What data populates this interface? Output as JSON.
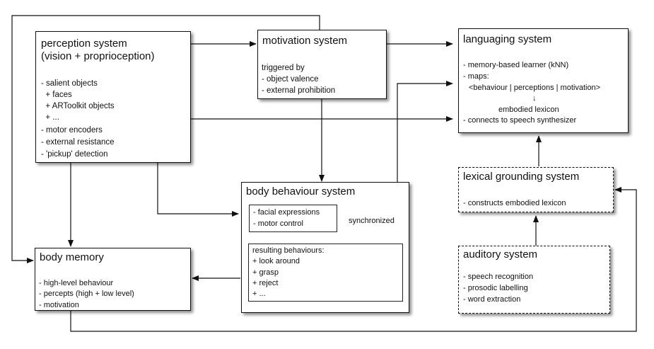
{
  "perception": {
    "title1": "perception system",
    "title2": "(vision + proprioception)",
    "items": [
      "- salient objects",
      "  + faces",
      "  + ARToolkit objects",
      "  + ...",
      "- motor encoders",
      "- external resistance",
      "- 'pickup' detection"
    ]
  },
  "motivation": {
    "title": "motivation system",
    "items": [
      "triggered by",
      "- object valence",
      "- external prohibition"
    ]
  },
  "languaging": {
    "title": "languaging system",
    "items": [
      "- memory-based learner (kNN)",
      "- maps:",
      "<behaviour | perceptions | motivation>",
      "↓",
      "embodied lexicon",
      "- connects to speech synthesizer"
    ]
  },
  "body_behaviour": {
    "title": "body behaviour system",
    "sync_items": [
      "- facial expressions",
      "- motor control"
    ],
    "sync_label": "synchronized",
    "behaviours_items": [
      "resulting behaviours:",
      "+ look around",
      "+ grasp",
      "+ reject",
      "+ ..."
    ]
  },
  "body_memory": {
    "title": "body memory",
    "items": [
      "- high-level behaviour",
      "- percepts (high + low level)",
      "- motivation"
    ]
  },
  "lexical": {
    "title": "lexical grounding system",
    "items": [
      "- constructs embodied lexicon"
    ]
  },
  "auditory": {
    "title": "auditory system",
    "items": [
      "- speech recognition",
      "- prosodic labelling",
      "- word extraction"
    ]
  }
}
